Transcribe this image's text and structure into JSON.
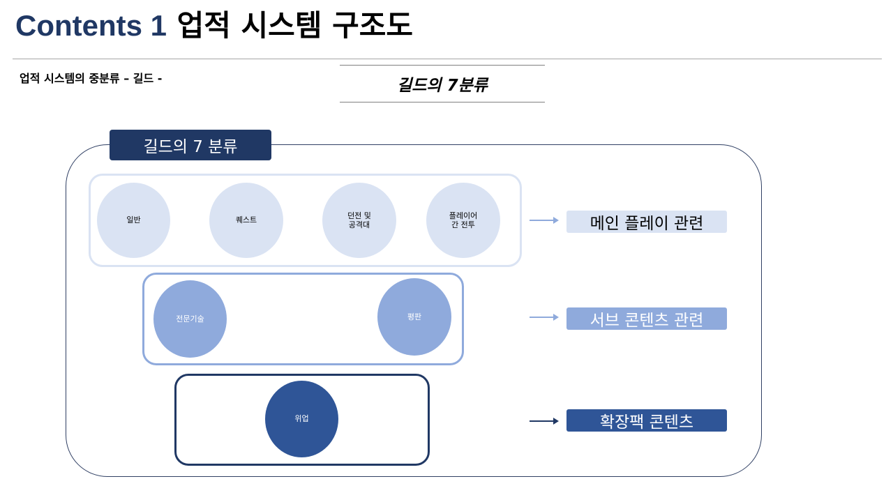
{
  "header": {
    "title_number": "Contents 1",
    "title_text": "업적 시스템 구조도",
    "subtitle": "업적 시스템의 중분류 – 길드 -",
    "section_title": "길드의 7분류"
  },
  "diagram": {
    "tag": "길드의 7 분류",
    "groups": [
      {
        "name": "main",
        "items": [
          "일반",
          "퀘스트",
          "던전 및\n공격대",
          "플레이어\n간 전투"
        ],
        "label": "메인 플레이 관련"
      },
      {
        "name": "sub",
        "items": [
          "전문기술",
          "평판"
        ],
        "label": "서브 콘텐츠 관련"
      },
      {
        "name": "expansion",
        "items": [
          "위업"
        ],
        "label": "확장팩 콘텐츠"
      }
    ]
  },
  "colors": {
    "navy": "#203864",
    "dark_blue": "#2f5597",
    "mid_blue": "#8faadc",
    "light_blue": "#dae3f3"
  }
}
